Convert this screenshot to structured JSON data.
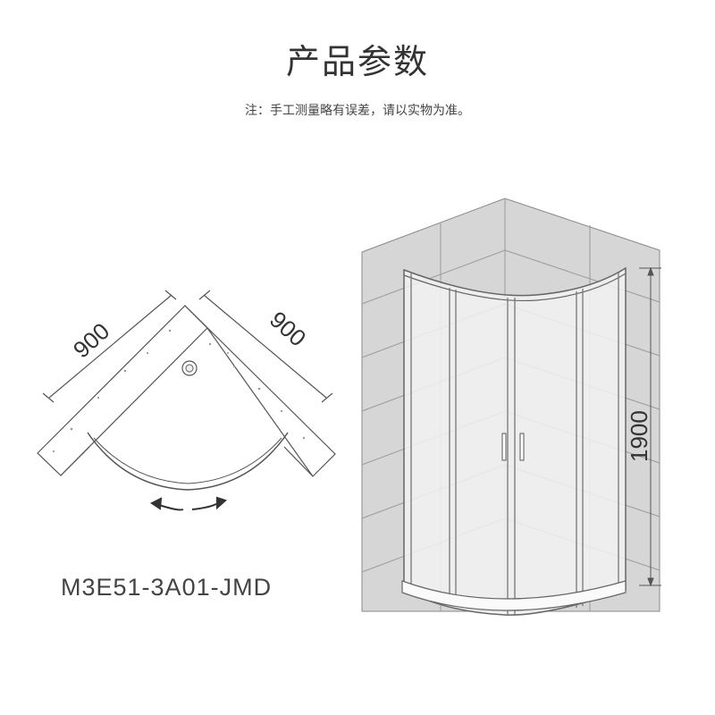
{
  "header": {
    "title": "产品参数",
    "note": "注：手工测量略有误差，请以实物为准。"
  },
  "plan_view": {
    "width_left": "900",
    "width_right": "900",
    "icon": "sliding-arrows-icon"
  },
  "elevation_view": {
    "height": "1900"
  },
  "product": {
    "model": "M3E51-3A01-JMD"
  }
}
